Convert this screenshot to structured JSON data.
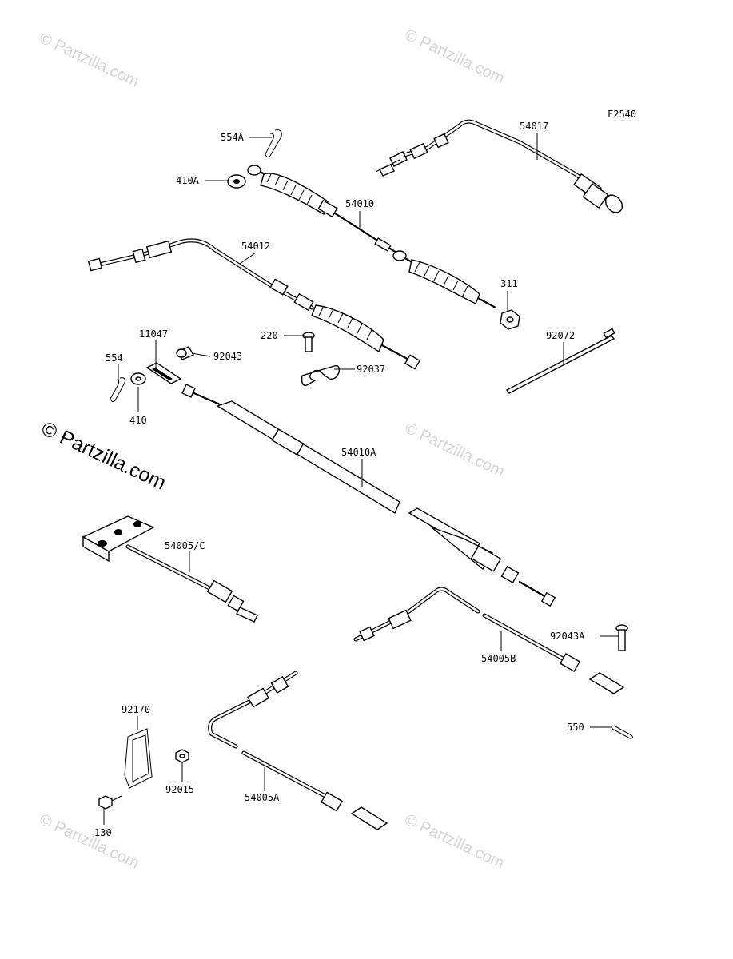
{
  "figure_code": "F2540",
  "watermark": {
    "text": "© Partzilla.com",
    "main_text": "© Partzilla.com"
  },
  "labels": {
    "p554A": "554A",
    "p410A": "410A",
    "p54017": "54017",
    "p54010": "54010",
    "p54012": "54012",
    "p311": "311",
    "p92072": "92072",
    "p11047": "11047",
    "p92043": "92043",
    "p220": "220",
    "p554": "554",
    "p92037": "92037",
    "p410": "410",
    "p54010A": "54010A",
    "p54005C": "54005/C",
    "p92043A": "92043A",
    "p54005B": "54005B",
    "p550": "550",
    "p92170": "92170",
    "p92015": "92015",
    "p130": "130",
    "p54005A": "54005A"
  }
}
